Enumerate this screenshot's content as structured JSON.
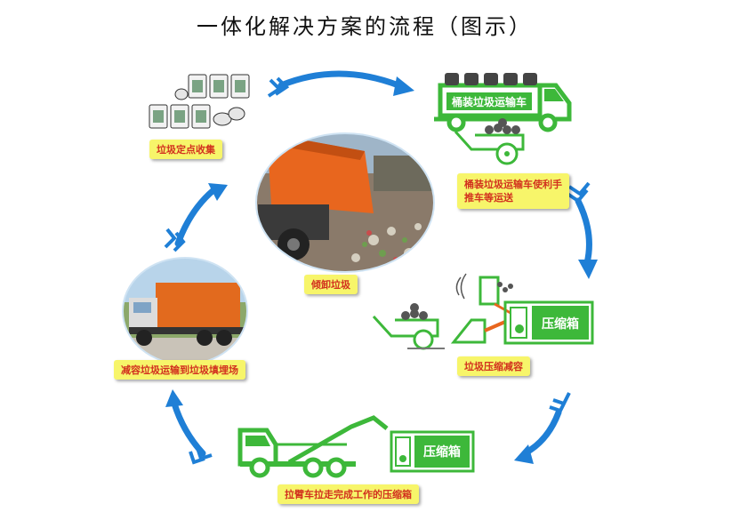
{
  "title": "一体化解决方案的流程（图示）",
  "steps": {
    "collect": "垃圾定点收集",
    "transport": "桶装垃圾运输车使利手推车等运送",
    "compress": "垃圾压缩减容",
    "carry": "拉臂车拉走完成工作的压缩箱",
    "landfill": "减容垃圾运输到垃圾填埋场",
    "dump": "倾卸垃圾"
  },
  "truck_label": "桶装垃圾运输车",
  "compressor_label": "压缩箱",
  "compressor_label_2": "压缩箱",
  "colors": {
    "arrow": "#1f7fd6",
    "green": "#3db83a",
    "orange": "#e8661e",
    "label_bg": "#f7f56a",
    "label_text": "#d2301e"
  }
}
